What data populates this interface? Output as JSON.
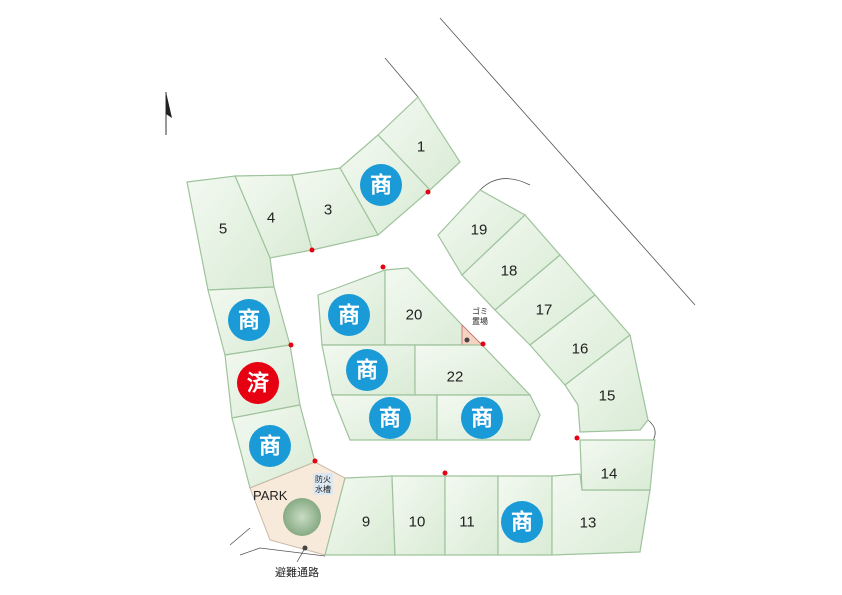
{
  "map": {
    "lots": {
      "l1": "1",
      "l3": "3",
      "l4": "4",
      "l5": "5",
      "l9": "9",
      "l10": "10",
      "l11": "11",
      "l13": "13",
      "l14": "14",
      "l15": "15",
      "l16": "16",
      "l17": "17",
      "l18": "18",
      "l19": "19",
      "l20": "20",
      "l22": "22"
    },
    "badges": {
      "negotiating": "商",
      "sold": "済"
    },
    "labels": {
      "park": "PARK",
      "garbage_line1": "ゴミ",
      "garbage_line2": "置場",
      "water_line1": "防火",
      "water_line2": "水槽",
      "evacuation": "避難通路"
    },
    "colors": {
      "negotiating": "#1a9ad6",
      "sold": "#e60012",
      "lot_fill": "#e4f1e1",
      "lot_stroke": "#9fc39c",
      "park": "#f8eadb"
    },
    "icons": [
      "north-arrow-icon",
      "tree-icon"
    ]
  }
}
